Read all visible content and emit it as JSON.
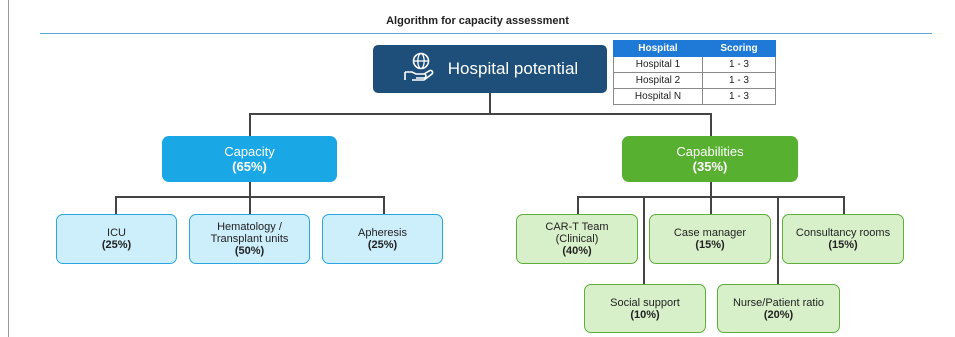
{
  "title": "Algorithm for capacity assessment",
  "root": {
    "label": "Hospital potential",
    "icon": "hand-globe-icon"
  },
  "capacity": {
    "label": "Capacity",
    "pct": "(65%)"
  },
  "capabilities": {
    "label": "Capabilities",
    "pct": "(35%)"
  },
  "capacity_items": [
    {
      "label": "ICU",
      "pct": "(25%)"
    },
    {
      "label": "Hematology /",
      "label2": "Transplant units",
      "pct": "(50%)"
    },
    {
      "label": "Apheresis",
      "pct": "(25%)"
    }
  ],
  "capability_items": [
    {
      "label": "CAR-T Team",
      "label2": "(Clinical)",
      "pct": "(40%)"
    },
    {
      "label": "Case manager",
      "pct": "(15%)"
    },
    {
      "label": "Consultancy rooms",
      "pct": "(15%)"
    },
    {
      "label": "Social support",
      "pct": "(10%)"
    },
    {
      "label": "Nurse/Patient ratio",
      "pct": "(20%)"
    }
  ],
  "table": {
    "headers": [
      "Hospital",
      "Scoring"
    ],
    "rows": [
      [
        "Hospital 1",
        "1 - 3"
      ],
      [
        "Hospital 2",
        "1 - 3"
      ],
      [
        "Hospital N",
        "1 - 3"
      ]
    ]
  },
  "colors": {
    "root": "#1d4f7a",
    "capacity": "#1aa7e6",
    "capabilities": "#58b031"
  }
}
